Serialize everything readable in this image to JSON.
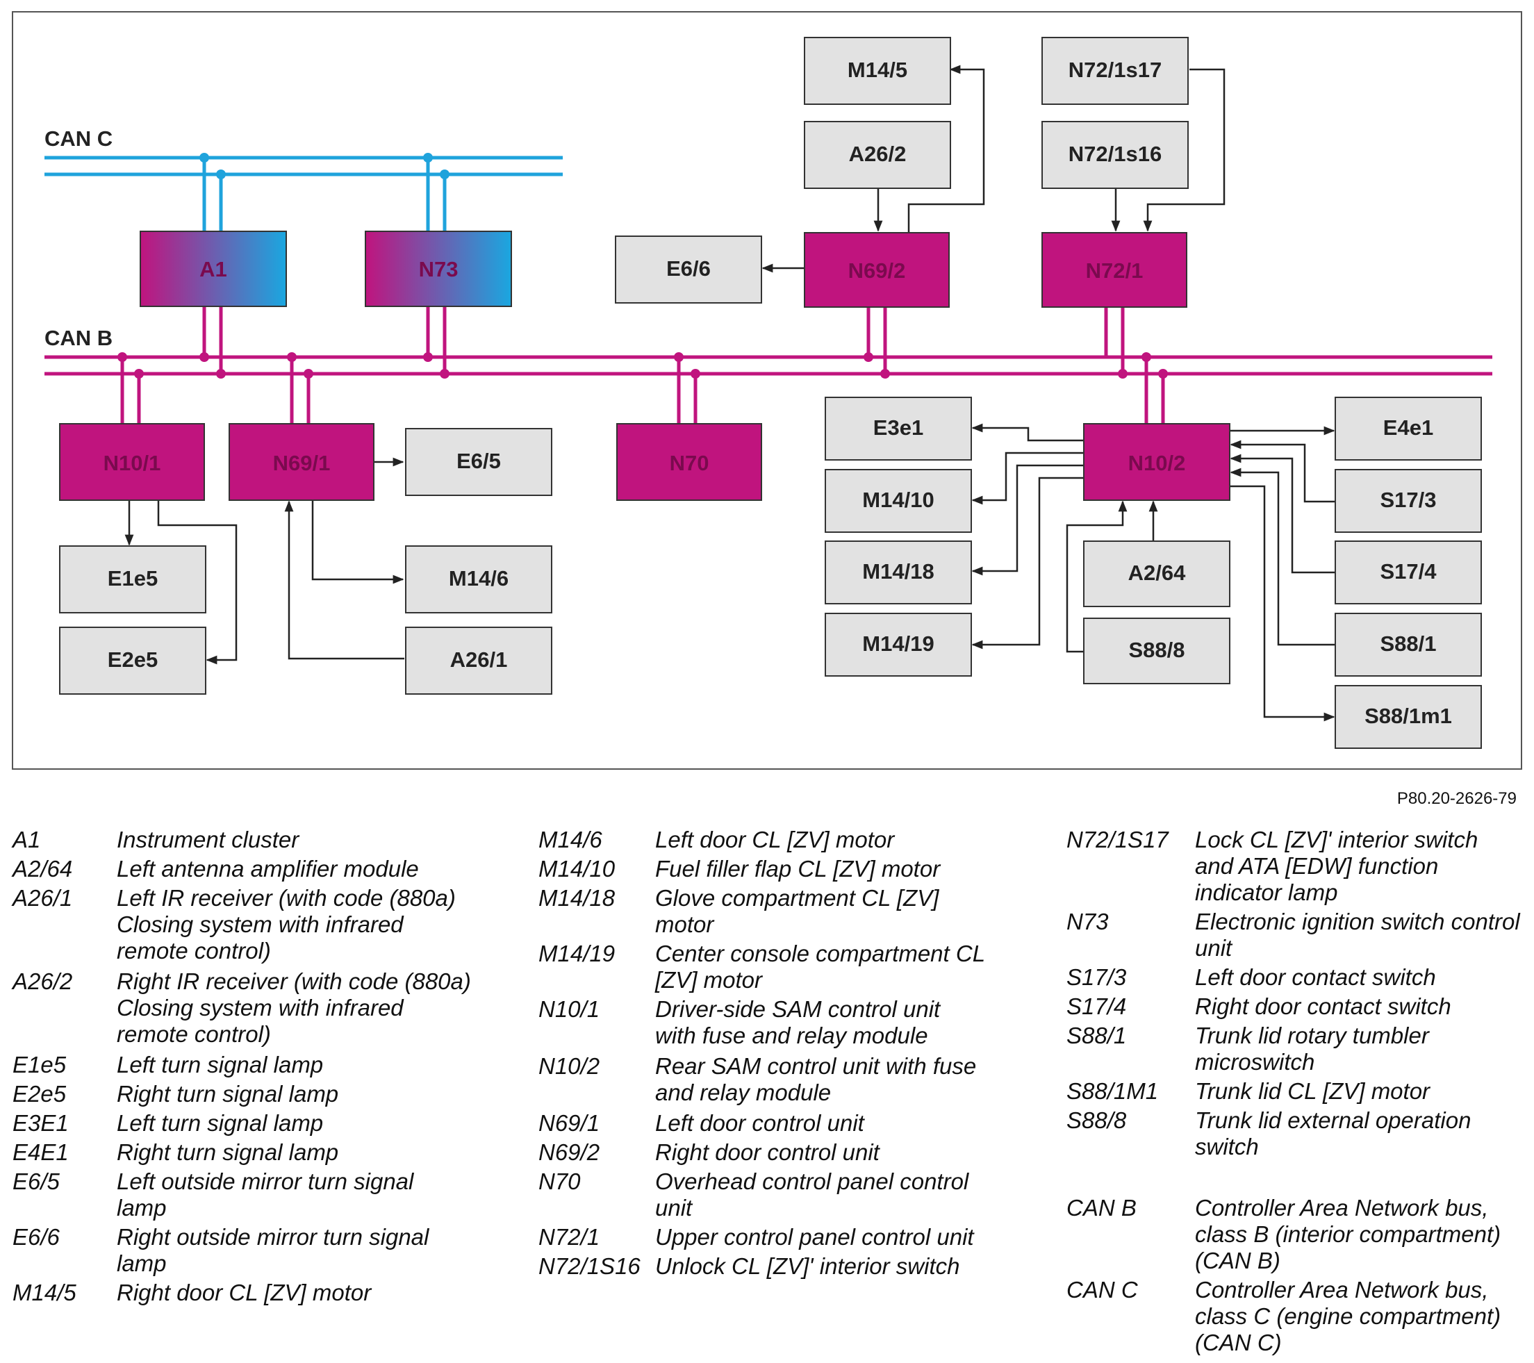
{
  "figure_id": "P80.20-2626-79",
  "colors": {
    "can_c": "#1fa3dc",
    "can_b": "#c0147e",
    "module_fill": "#c0147e",
    "gradient_start": "#c0147e",
    "gradient_end": "#1aa7e0",
    "component_fill": "#e2e2e2",
    "border": "#333333"
  },
  "buses": {
    "can_c_label": "CAN C",
    "can_b_label": "CAN B"
  },
  "modules": {
    "a1": "A1",
    "n73": "N73",
    "n69_2": "N69/2",
    "n72_1": "N72/1",
    "n10_1": "N10/1",
    "n69_1": "N69/1",
    "n70": "N70",
    "n10_2": "N10/2"
  },
  "components": {
    "m14_5": "M14/5",
    "a26_2": "A26/2",
    "n72_1s17": "N72/1s17",
    "n72_1s16": "N72/1s16",
    "e6_6": "E6/6",
    "e6_5": "E6/5",
    "e1e5": "E1e5",
    "e2e5": "E2e5",
    "m14_6": "M14/6",
    "a26_1": "A26/1",
    "e3e1": "E3e1",
    "m14_10": "M14/10",
    "m14_18": "M14/18",
    "m14_19": "M14/19",
    "a2_64": "A2/64",
    "s88_8": "S88/8",
    "e4e1": "E4e1",
    "s17_3": "S17/3",
    "s17_4": "S17/4",
    "s88_1": "S88/1",
    "s88_1m1": "S88/1m1"
  },
  "legend": {
    "col1": [
      {
        "code": "A1",
        "desc": "Instrument cluster"
      },
      {
        "code": "A2/64",
        "desc": "Left antenna amplifier module"
      },
      {
        "code": "A26/1",
        "desc": "Left IR receiver (with code (880a) Closing system with infrared remote control)"
      },
      {
        "code": "A26/2",
        "desc": "Right IR receiver (with code (880a) Closing system with infrared remote control)"
      },
      {
        "code": "E1e5",
        "desc": "Left turn signal lamp"
      },
      {
        "code": "E2e5",
        "desc": "Right turn signal lamp"
      },
      {
        "code": "E3E1",
        "desc": "Left turn signal lamp"
      },
      {
        "code": "E4E1",
        "desc": "Right turn signal lamp"
      },
      {
        "code": "E6/5",
        "desc": "Left outside mirror turn signal lamp"
      },
      {
        "code": "E6/6",
        "desc": "Right outside mirror turn signal lamp"
      },
      {
        "code": "M14/5",
        "desc": "Right door CL [ZV] motor"
      }
    ],
    "col2": [
      {
        "code": "M14/6",
        "desc": "Left door CL [ZV] motor"
      },
      {
        "code": "M14/10",
        "desc": "Fuel filler flap CL [ZV] motor"
      },
      {
        "code": "M14/18",
        "desc": "Glove compartment CL [ZV] motor"
      },
      {
        "code": "M14/19",
        "desc": "Center console compartment CL [ZV] motor"
      },
      {
        "code": "N10/1",
        "desc": "Driver-side SAM control unit with fuse and relay module"
      },
      {
        "code": "N10/2",
        "desc": "Rear SAM control unit with fuse and relay module"
      },
      {
        "code": "N69/1",
        "desc": "Left door control unit"
      },
      {
        "code": "N69/2",
        "desc": "Right door control unit"
      },
      {
        "code": "N70",
        "desc": "Overhead control panel control unit"
      },
      {
        "code": "N72/1",
        "desc": "Upper control panel control unit"
      },
      {
        "code": "N72/1S16",
        "desc": "Unlock CL [ZV]' interior switch"
      }
    ],
    "col3": [
      {
        "code": "N72/1S17",
        "desc": "Lock CL [ZV]' interior switch and ATA [EDW] function indicator lamp"
      },
      {
        "code": "N73",
        "desc": "Electronic ignition switch control unit"
      },
      {
        "code": "S17/3",
        "desc": "Left door contact switch"
      },
      {
        "code": "S17/4",
        "desc": "Right door contact switch"
      },
      {
        "code": "S88/1",
        "desc": "Trunk lid rotary tumbler microswitch"
      },
      {
        "code": "S88/1M1",
        "desc": "Trunk lid CL [ZV] motor"
      },
      {
        "code": "S88/8",
        "desc": "Trunk lid external operation switch"
      },
      {
        "code": "CAN B",
        "desc": "Controller Area Network bus, class B (interior compartment) (CAN B)"
      },
      {
        "code": "CAN C",
        "desc": "Controller Area Network bus, class C (engine compartment) (CAN C)"
      }
    ]
  }
}
